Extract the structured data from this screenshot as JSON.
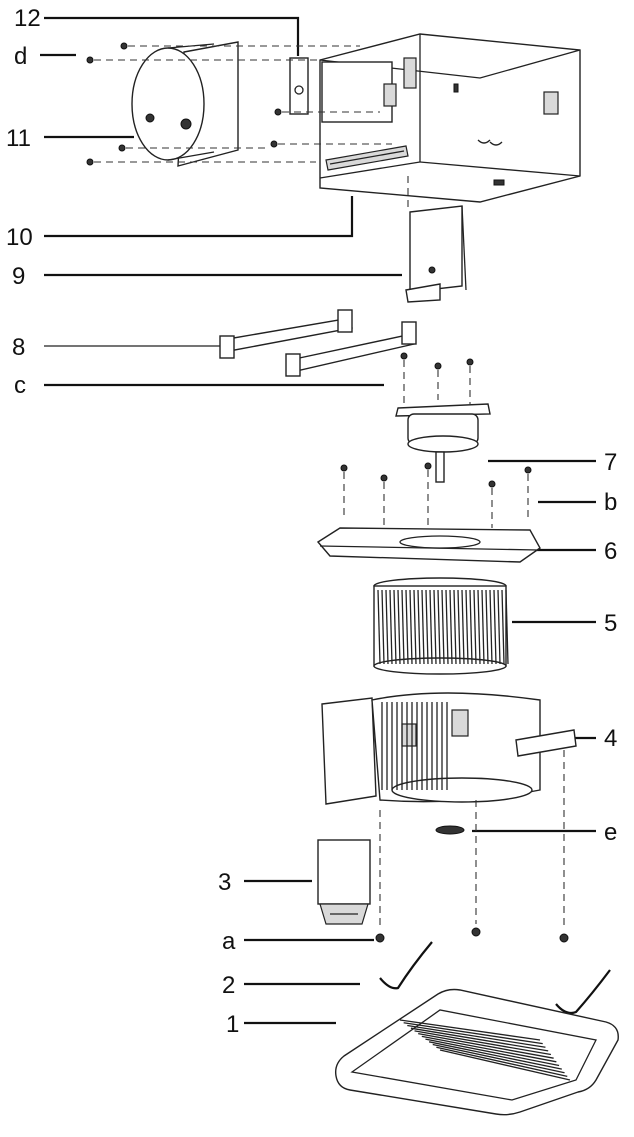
{
  "callouts": {
    "c12": "12",
    "cd": "d",
    "c11": "11",
    "c10": "10",
    "c9": "9",
    "c8": "8",
    "cc": "c",
    "c7": "7",
    "cb": "b",
    "c6": "6",
    "c5": "5",
    "c4": "4",
    "ce": "e",
    "c3": "3",
    "ca": "a",
    "c2": "2",
    "c1": "1"
  },
  "colors": {
    "line": "#111111",
    "background": "#ffffff"
  }
}
